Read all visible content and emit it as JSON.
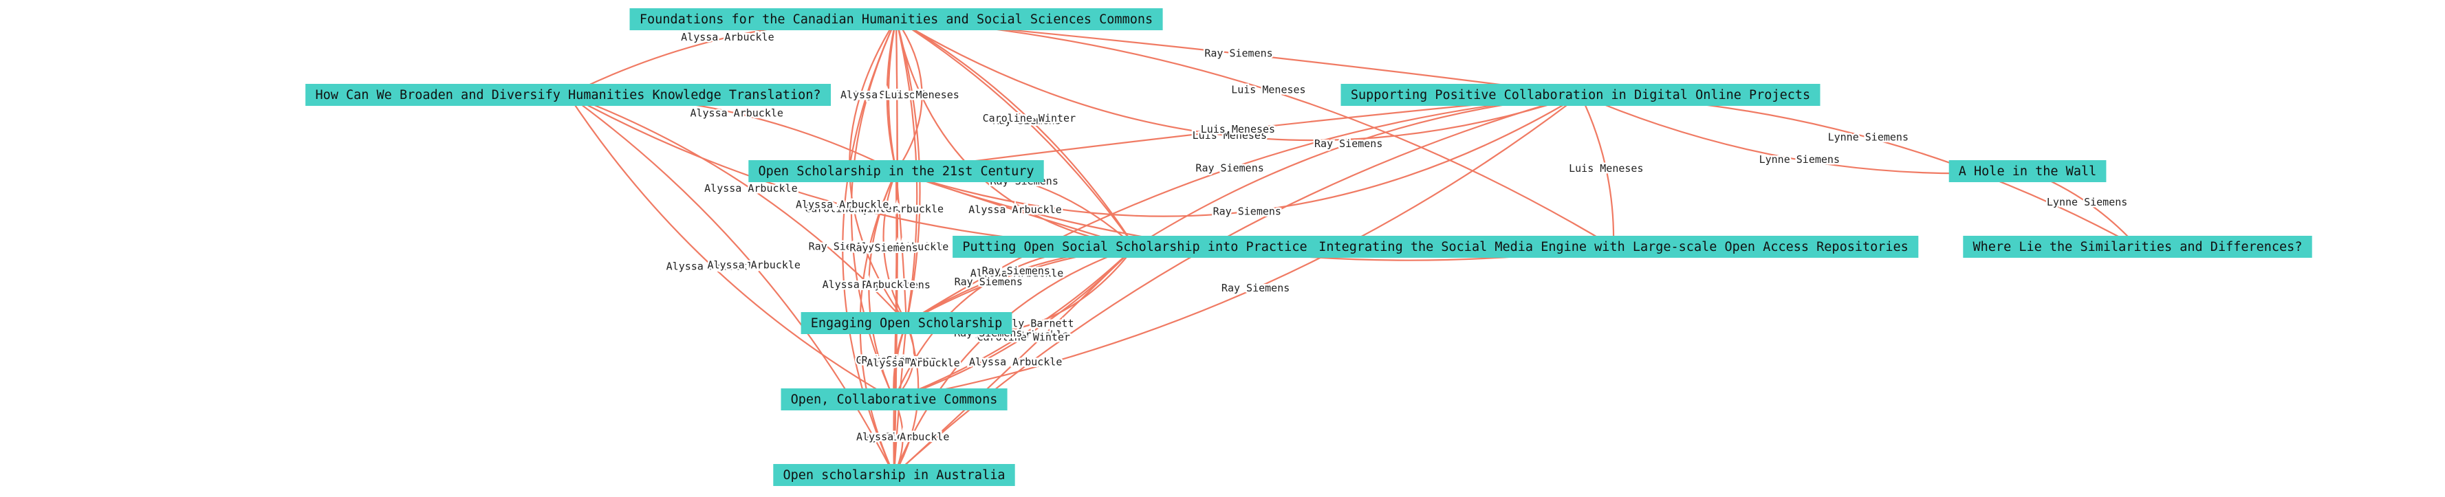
{
  "nodes": [
    {
      "id": "foundations",
      "label": "Foundations for the Canadian Humanities and Social Sciences Commons"
    },
    {
      "id": "broaden",
      "label": "How Can We Broaden and Diversify Humanities Knowledge Translation?"
    },
    {
      "id": "positive",
      "label": "Supporting Positive Collaboration in Digital Online Projects"
    },
    {
      "id": "open21",
      "label": "Open Scholarship in the 21st Century"
    },
    {
      "id": "hole",
      "label": "A Hole in the Wall"
    },
    {
      "id": "practice",
      "label": "Putting Open Social Scholarship into Practice"
    },
    {
      "id": "socialmedia",
      "label": "Integrating the Social Media Engine with Large-scale Open Access Repositories"
    },
    {
      "id": "similarities",
      "label": "Where Lie the Similarities and Differences?"
    },
    {
      "id": "engaging",
      "label": "Engaging Open Scholarship"
    },
    {
      "id": "commons",
      "label": "Open, Collaborative Commons"
    },
    {
      "id": "australia",
      "label": "Open scholarship in Australia"
    }
  ],
  "edges": [
    {
      "source": "foundations",
      "target": "broaden",
      "label": "Alyssa Arbuckle"
    },
    {
      "source": "foundations",
      "target": "positive",
      "label": "Ray Siemens"
    },
    {
      "source": "foundations",
      "target": "positive",
      "label": "Luis Meneses"
    },
    {
      "source": "foundations",
      "target": "open21",
      "label": "Ray Siemens"
    },
    {
      "source": "foundations",
      "target": "open21",
      "label": "Alyssa Arbuckle"
    },
    {
      "source": "foundations",
      "target": "open21",
      "label": "Luis Meneses"
    },
    {
      "source": "foundations",
      "target": "practice",
      "label": "Ray Siemens"
    },
    {
      "source": "foundations",
      "target": "practice",
      "label": "Caroline Winter"
    },
    {
      "source": "foundations",
      "target": "practice",
      "label": "Alyssa Arbuckle"
    },
    {
      "source": "foundations",
      "target": "socialmedia",
      "label": "Luis Meneses"
    },
    {
      "source": "foundations",
      "target": "engaging",
      "label": "Alyssa Arbuckle"
    },
    {
      "source": "foundations",
      "target": "engaging",
      "label": "Ray Siemens"
    },
    {
      "source": "foundations",
      "target": "engaging",
      "label": "Ray Siemens"
    },
    {
      "source": "foundations",
      "target": "commons",
      "label": "Alyssa Arbuckle"
    },
    {
      "source": "foundations",
      "target": "commons",
      "label": "Caroline Winter"
    },
    {
      "source": "foundations",
      "target": "australia",
      "label": "Alyssa Arbuckle"
    },
    {
      "source": "foundations",
      "target": "australia",
      "label": "Ray Siemens"
    },
    {
      "source": "broaden",
      "target": "open21",
      "label": "Alyssa Arbuckle"
    },
    {
      "source": "broaden",
      "target": "practice",
      "label": "Alyssa Arbuckle"
    },
    {
      "source": "broaden",
      "target": "engaging",
      "label": "Alyssa Arbuckle"
    },
    {
      "source": "broaden",
      "target": "commons",
      "label": "Alyssa Arbuckle"
    },
    {
      "source": "broaden",
      "target": "australia",
      "label": "Alyssa Arbuckle"
    },
    {
      "source": "positive",
      "target": "open21",
      "label": "Luis Meneses"
    },
    {
      "source": "positive",
      "target": "open21",
      "label": "Ray Siemens"
    },
    {
      "source": "positive",
      "target": "hole",
      "label": "Lynne Siemens"
    },
    {
      "source": "positive",
      "target": "similarities",
      "label": "Lynne Siemens"
    },
    {
      "source": "positive",
      "target": "practice",
      "label": "Ray Siemens"
    },
    {
      "source": "positive",
      "target": "socialmedia",
      "label": "Luis Meneses"
    },
    {
      "source": "positive",
      "target": "engaging",
      "label": "Ray Siemens"
    },
    {
      "source": "positive",
      "target": "commons",
      "label": "Ray Siemens"
    },
    {
      "source": "positive",
      "target": "australia",
      "label": "Ray Siemens"
    },
    {
      "source": "hole",
      "target": "similarities",
      "label": "Lynne Siemens"
    },
    {
      "source": "open21",
      "target": "practice",
      "label": "Alyssa Arbuckle"
    },
    {
      "source": "open21",
      "target": "practice",
      "label": "Ray Siemens"
    },
    {
      "source": "open21",
      "target": "socialmedia",
      "label": "Luis Meneses"
    },
    {
      "source": "open21",
      "target": "engaging",
      "label": "Alyssa Arbuckle"
    },
    {
      "source": "open21",
      "target": "engaging",
      "label": "Ray Siemens"
    },
    {
      "source": "open21",
      "target": "commons",
      "label": "Ray Siemens"
    },
    {
      "source": "open21",
      "target": "commons",
      "label": "Alyssa Arbuckle"
    },
    {
      "source": "open21",
      "target": "australia",
      "label": "Ray Siemens"
    },
    {
      "source": "open21",
      "target": "australia",
      "label": "Alyssa Arbuckle"
    },
    {
      "source": "practice",
      "target": "engaging",
      "label": "Alyssa Arbuckle"
    },
    {
      "source": "practice",
      "target": "engaging",
      "label": "Ray Siemens"
    },
    {
      "source": "practice",
      "target": "engaging",
      "label": "Tully Barnett"
    },
    {
      "source": "practice",
      "target": "commons",
      "label": "Alyssa Arbuckle"
    },
    {
      "source": "practice",
      "target": "commons",
      "label": "Caroline Winter"
    },
    {
      "source": "practice",
      "target": "commons",
      "label": "Ray Siemens"
    },
    {
      "source": "practice",
      "target": "australia",
      "label": "Alyssa Arbuckle"
    },
    {
      "source": "practice",
      "target": "australia",
      "label": "Ray Siemens"
    },
    {
      "source": "engaging",
      "target": "commons",
      "label": "Graham Jensen"
    },
    {
      "source": "engaging",
      "target": "commons",
      "label": "Ray Siemens"
    },
    {
      "source": "engaging",
      "target": "commons",
      "label": "Alyssa Arbuckle"
    },
    {
      "source": "engaging",
      "target": "australia",
      "label": "Ray Siemens"
    },
    {
      "source": "engaging",
      "target": "australia",
      "label": "Alyssa Arbuckle"
    },
    {
      "source": "commons",
      "target": "australia",
      "label": "Ray Siemens"
    },
    {
      "source": "commons",
      "target": "australia",
      "label": "Alyssa Arbuckle"
    }
  ]
}
